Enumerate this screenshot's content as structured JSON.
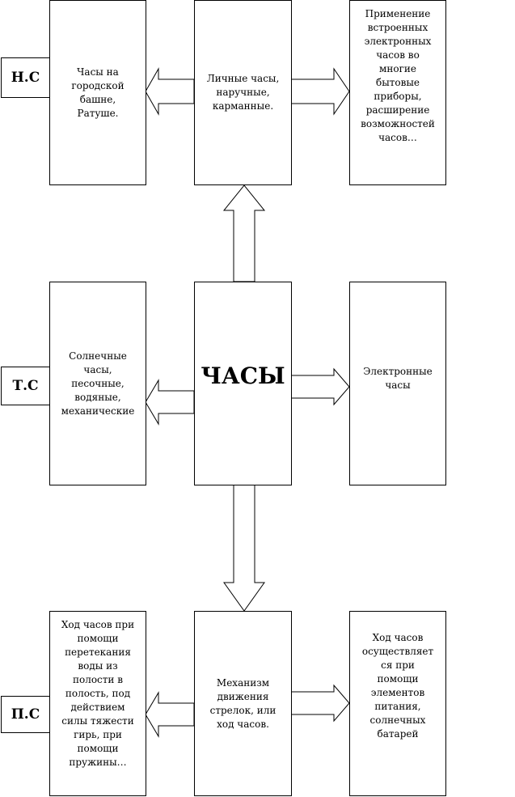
{
  "rows": {
    "top": {
      "tag": "Н.С",
      "left": "Часы на\nгородской\nбашне,\nРатуше.",
      "center": "Личные часы,\nнаручные,\nкарманные.",
      "right": "Применение\nвстроенных\nэлектронных\nчасов во\nмногие\nбытовые\nприборы,\nрасширение\nвозможностей\nчасов…"
    },
    "middle": {
      "tag": "Т.С",
      "left": "Солнечные\nчасы,\nпесочные,\nводяные,\nмеханические",
      "center": "ЧАСЫ",
      "right": "Электронные\nчасы"
    },
    "bottom": {
      "tag": "П.С",
      "left": "Ход часов при\nпомощи\nперетекания\nводы из\nполости в\nполость, под\nдействием\nсилы тяжести\nгирь, при\nпомощи\nпружины…",
      "center": "Механизм\nдвижения\nстрелок, или\nход часов.",
      "right": "Ход часов\nосуществляет\nся при\nпомощи\nэлементов\nпитания,\nсолнечных\nбатарей"
    }
  }
}
